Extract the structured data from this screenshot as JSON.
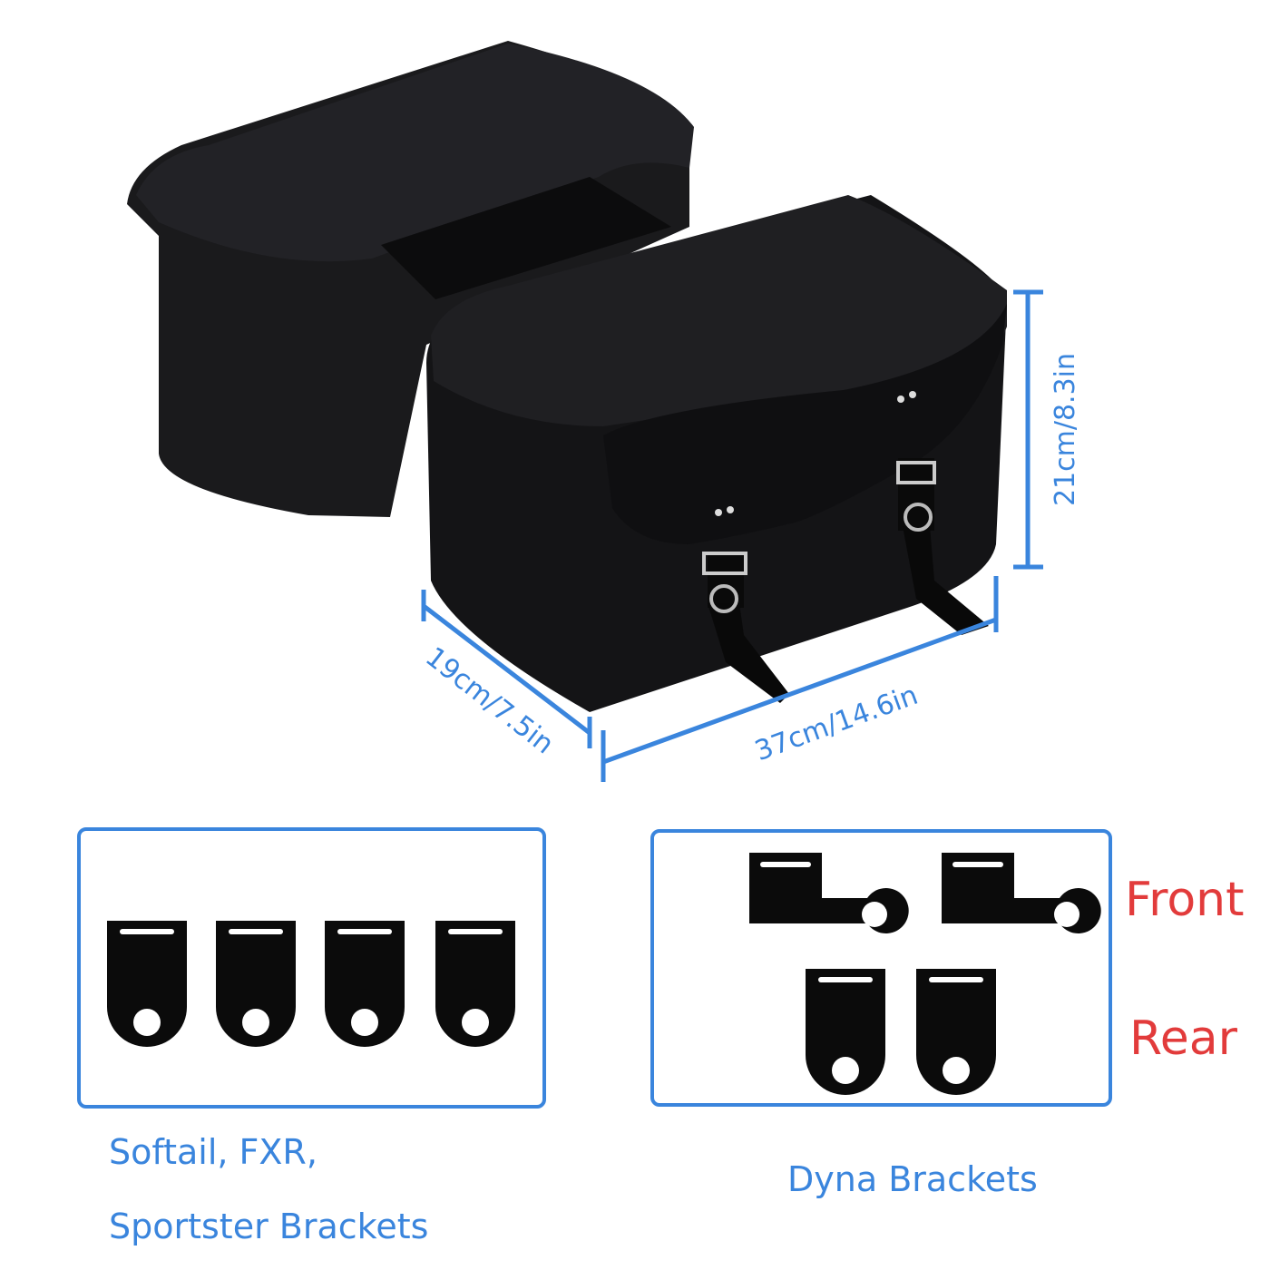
{
  "colors": {
    "accent_blue": "#3a85dd",
    "label_red": "#e23b3b",
    "bag": "#141416"
  },
  "dimensions": {
    "height": "21cm/8.3in",
    "depth": "19cm/7.5in",
    "width": "37cm/14.6in"
  },
  "brackets": {
    "left_caption_line1": "Softail, FXR,",
    "left_caption_line2": "Sportster Brackets",
    "right_caption": "Dyna Brackets",
    "front_label": "Front",
    "rear_label": "Rear"
  }
}
